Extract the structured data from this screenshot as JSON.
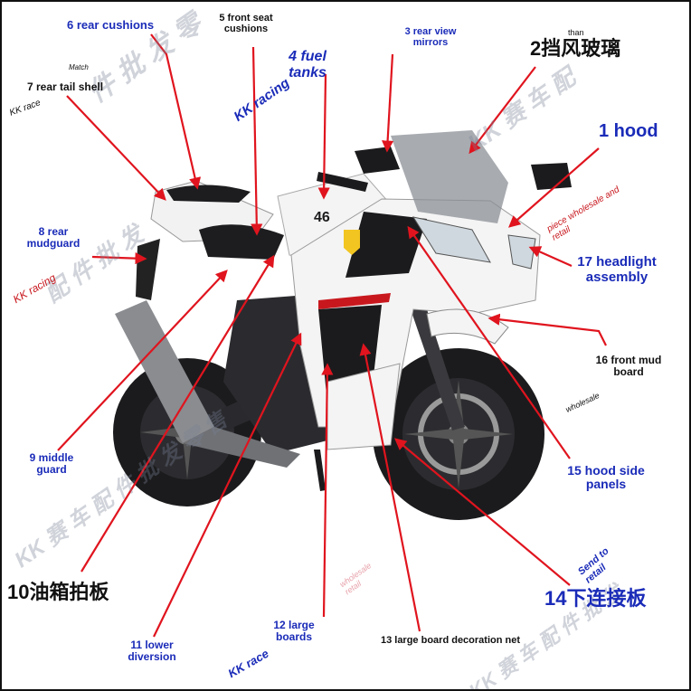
{
  "labels": {
    "hood": "1 hood",
    "windshield": "2挡风玻璃",
    "windshield_small": "than",
    "mirrors": "3 rear view mirrors",
    "fuel_tanks": "4 fuel tanks",
    "seat_front": "5 front seat cushions",
    "seat_rear": "6 rear cushions",
    "tail_shell": "7 rear tail shell",
    "rear_mudguard": "8 rear mudguard",
    "middle_guard": "9 middle guard",
    "tank_board": "10油箱拍板",
    "lower_diversion": "11 lower diversion",
    "large_boards": "12 large boards",
    "board_net": "13 large board decoration net",
    "lower_connector": "14下连接板",
    "side_panels": "15 hood side panels",
    "front_mud": "16 front mud board",
    "headlight": "17 headlight assembly"
  },
  "watermarks": {
    "kk_race_1": "KK race",
    "kk_racing_1": "KK racing",
    "kk_racing_2": "KK racing",
    "kk_race_2": "KK race",
    "piece": "piece wholesale and retail",
    "wholesale_1": "wholesale",
    "wholesale_2": "wholesale retail",
    "send": "Send to retail",
    "match": "Match",
    "cn_1": "件 批 发 零",
    "cn_2": "KK 赛 车 配",
    "cn_3": "配 件 批 发",
    "cn_4": "KK 赛 车 配 件 批 发 零 售",
    "cn_5": "KK 赛 车 配 件 批 发"
  },
  "colors": {
    "arrow": "#e0141e",
    "label_blue": "#1a2bb8",
    "label_black": "#111111",
    "bike_white": "#f4f4f4",
    "bike_black": "#1b1b1d",
    "accent_red": "#c8181e",
    "accent_yellow": "#f2c521"
  }
}
